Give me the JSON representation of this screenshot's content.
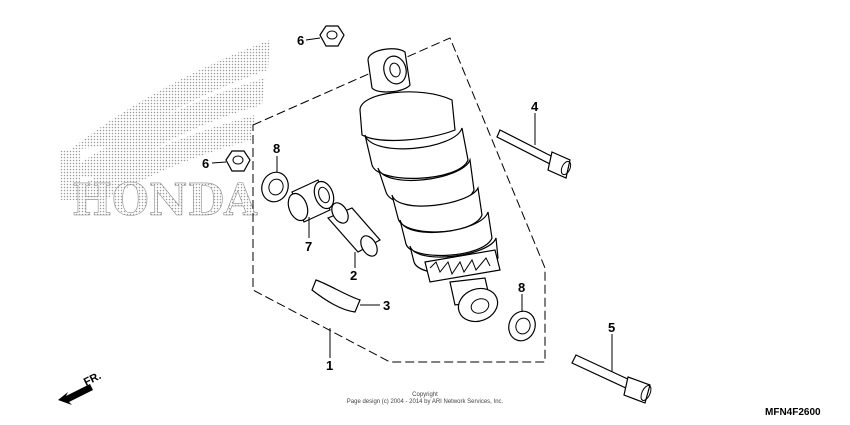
{
  "diagram": {
    "brand_text": "HONDA",
    "copyright_line1": "Copyright",
    "copyright_line2": "Page design (c) 2004 - 2014 by ARI Network Services, Inc.",
    "diagram_code": "MFN4F2600",
    "direction_label": "FR.",
    "callouts": [
      {
        "label": "6",
        "part": "nut-top"
      },
      {
        "label": "6",
        "part": "nut-left"
      },
      {
        "label": "8",
        "part": "seal-left"
      },
      {
        "label": "7",
        "part": "bearing"
      },
      {
        "label": "2",
        "part": "collar"
      },
      {
        "label": "3",
        "part": "clip"
      },
      {
        "label": "1",
        "part": "shock-assembly"
      },
      {
        "label": "4",
        "part": "bolt-upper"
      },
      {
        "label": "8",
        "part": "seal-right"
      },
      {
        "label": "5",
        "part": "bolt-lower"
      }
    ]
  }
}
